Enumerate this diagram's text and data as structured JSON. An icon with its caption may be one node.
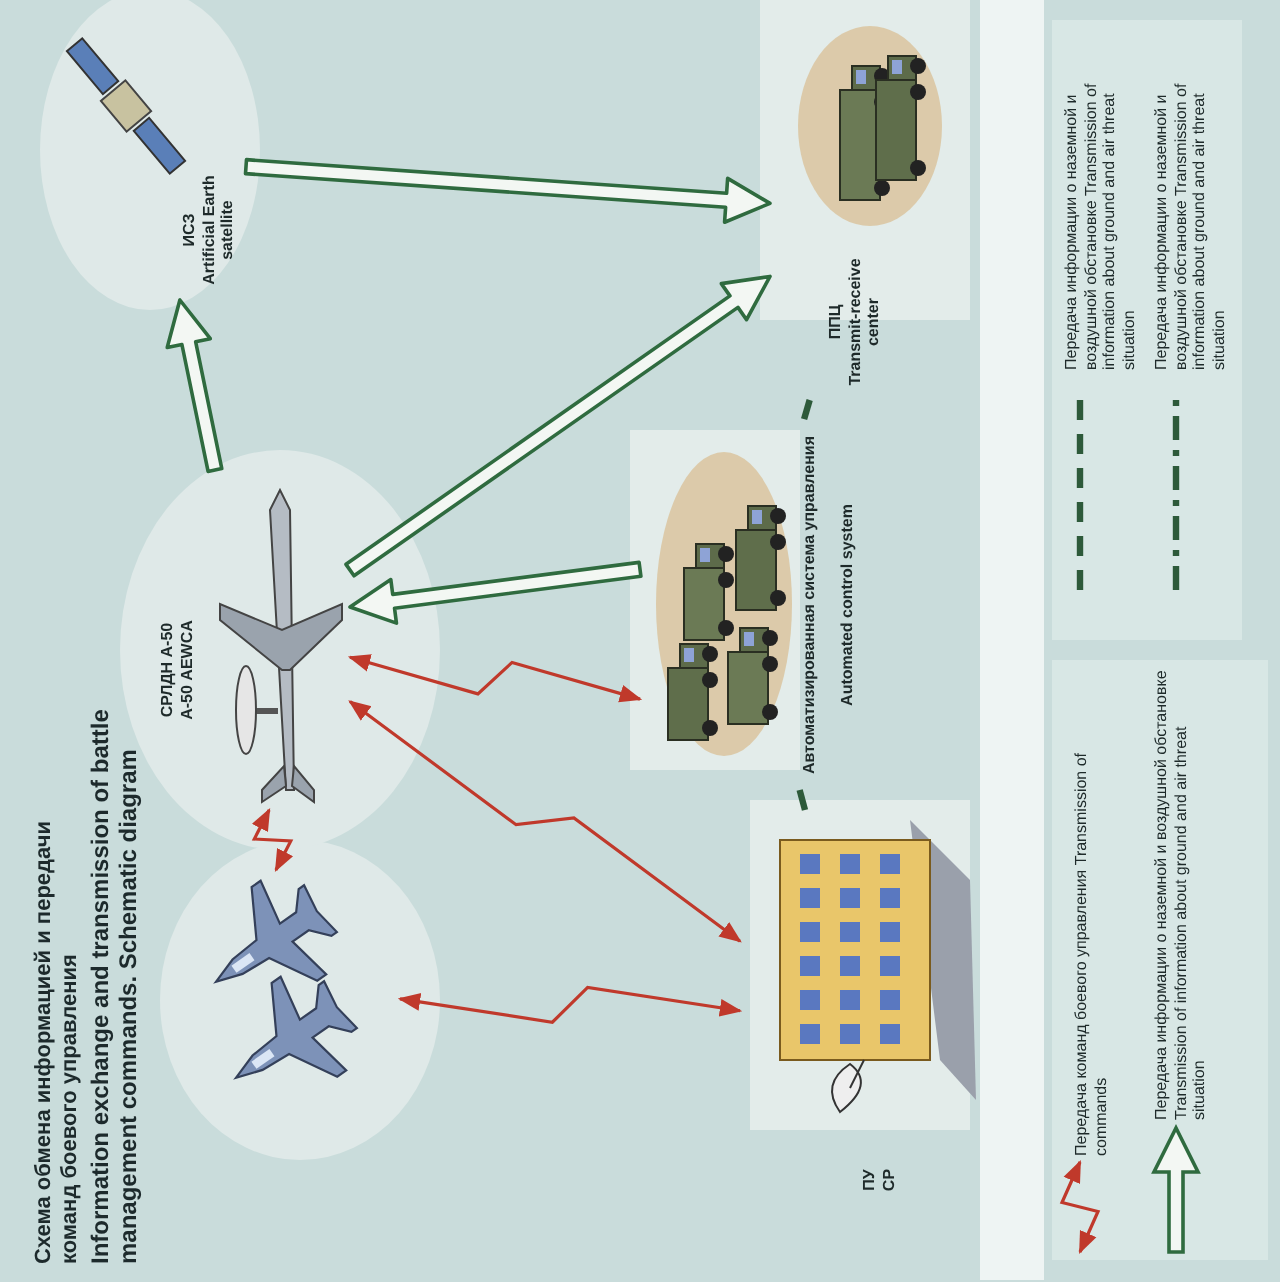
{
  "diagram": {
    "title": "Схема обмена информацией и передачи команд боевого управления",
    "nodes": [
      {
        "text": [],
        "shape": "picture"
      },
      {
        "text": [
          "СРЛДН А-50",
          "А-50 AEWCA"
        ]
      },
      {
        "text": [
          "ИСЗ",
          "Artificial Earth satellite"
        ]
      },
      {
        "text": [
          "ППЦ",
          "Transmit-receive center"
        ]
      },
      {
        "text": [
          "Автоматизированная система управления",
          "Automated control system"
        ]
      },
      {
        "text": [
          "ПУ",
          "CP"
        ]
      }
    ],
    "edges": [
      {
        "from": 1,
        "to": 2,
        "arrow": "to",
        "style": "thick",
        "color": "#2f6b3f"
      },
      {
        "from": 2,
        "to": 3,
        "arrow": "to",
        "style": "thick",
        "color": "#2f6b3f"
      },
      {
        "from": 1,
        "to": 3,
        "arrow": "to",
        "style": "thick",
        "color": "#2f6b3f"
      },
      {
        "from": 4,
        "to": 1,
        "arrow": "to",
        "style": "thick",
        "color": "#2f6b3f"
      },
      {
        "from": 0,
        "to": 1,
        "arrow": "both",
        "color": "#c0392b"
      },
      {
        "from": 1,
        "to": 4,
        "arrow": "both",
        "color": "#c0392b"
      },
      {
        "from": 1,
        "to": 5,
        "arrow": "both",
        "color": "#c0392b"
      },
      {
        "from": 0,
        "to": 5,
        "arrow": "both",
        "color": "#c0392b"
      },
      {
        "from": 3,
        "to": 4,
        "arrow": "none",
        "style": "dashed",
        "color": "#2d5a3a"
      },
      {
        "from": 4,
        "to": 5,
        "arrow": "none",
        "style": "dashed",
        "color": "#2d5a3a"
      }
    ],
    "labels": [
      "Information exchange and transmission of battle management commands. Schematic diagram"
    ],
    "legend": [
      {
        "text": "Передача команд боевого управления Transmission of commands"
      },
      {
        "text": "Передача информации о наземной и воздушной обстановке Transmission of information about ground and air threat situation"
      },
      {
        "text": "Передача информации о наземной и воздушной обстановке Transmission of information about ground and air threat situation"
      },
      {
        "text": "Передача информации о наземной и воздушной обстановке Transmission of information about ground and air threat situation"
      }
    ]
  }
}
